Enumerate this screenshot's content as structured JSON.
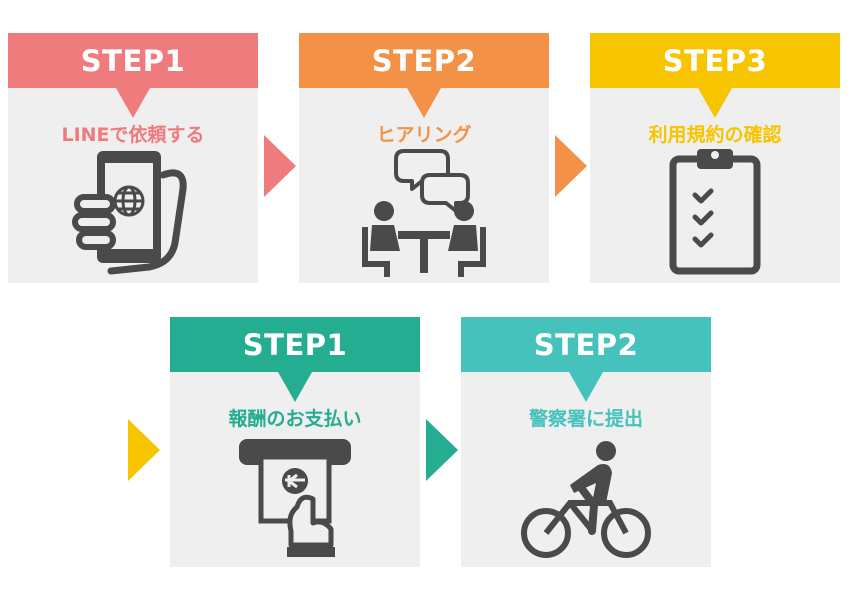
{
  "steps": [
    {
      "label": "STEP1",
      "title": "LINEで依頼する",
      "icon": "smartphone-globe-icon",
      "color": "#f07b7d"
    },
    {
      "label": "STEP2",
      "title": "ヒアリング",
      "icon": "meeting-conversation-icon",
      "color": "#f39247"
    },
    {
      "label": "STEP3",
      "title": "利用規約の確認",
      "icon": "clipboard-checklist-icon",
      "color": "#f6c500"
    },
    {
      "label": "STEP1",
      "title": "報酬のお支払い",
      "icon": "cash-payment-icon",
      "color": "#25ad91"
    },
    {
      "label": "STEP2",
      "title": "警察署に提出",
      "icon": "bicycle-rider-icon",
      "color": "#46c2bd"
    }
  ],
  "arrows": [
    {
      "color": "#f07b7d"
    },
    {
      "color": "#f39247"
    },
    {
      "color": "#f6c500"
    },
    {
      "color": "#25ad91"
    }
  ],
  "icon_color": "#4a4a4a"
}
